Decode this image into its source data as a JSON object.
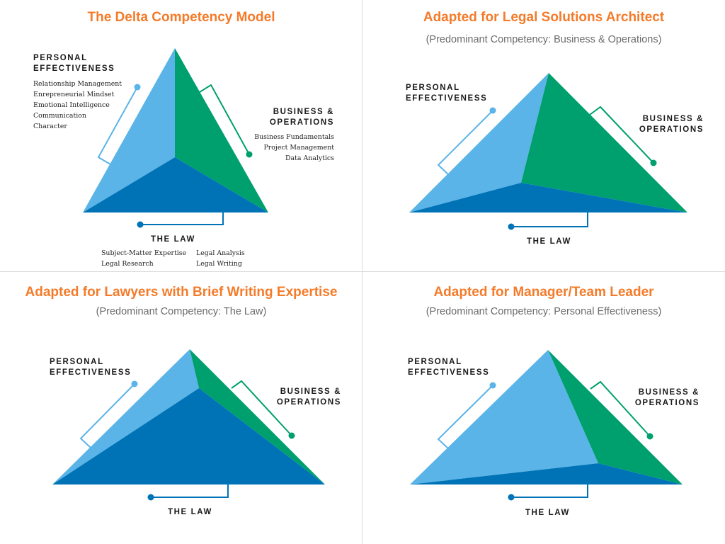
{
  "colors": {
    "personal": "#5ab4e8",
    "business": "#00a06e",
    "law": "#0073b7",
    "title": "#f47b2a",
    "subtitle": "#6b6b6b",
    "text": "#1a1a1a",
    "bracket_left": "#5ab4e8",
    "bracket_right": "#00a06e",
    "bracket_bottom": "#0073b7"
  },
  "panels": [
    {
      "title": "The Delta Competency Model",
      "personal": {
        "line1": "PERSONAL",
        "line2": "EFFECTIVENESS",
        "items": [
          "Relationship Management",
          "Enrepreneurial Mindset",
          "Emotional Intelligence",
          "Communication",
          "Character"
        ]
      },
      "business": {
        "line1": "BUSINESS &",
        "line2": "OPERATIONS",
        "items": [
          "Business Fundamentals",
          "Project Management",
          "Data Analytics"
        ]
      },
      "law": {
        "label": "THE LAW",
        "items_left": [
          "Subject-Matter Expertise",
          "Legal Research"
        ],
        "items_right": [
          "Legal Analysis",
          "Legal Writing"
        ]
      }
    },
    {
      "title": "Adapted for Legal Solutions Architect",
      "subtitle": "(Predominant Competency: Business & Operations)",
      "personal": {
        "line1": "PERSONAL",
        "line2": "EFFECTIVENESS"
      },
      "business": {
        "line1": "BUSINESS &",
        "line2": "OPERATIONS"
      },
      "law": {
        "label": "THE LAW"
      }
    },
    {
      "title": "Adapted for Lawyers with Brief Writing Expertise",
      "subtitle": "(Predominant Competency: The Law)",
      "personal": {
        "line1": "PERSONAL",
        "line2": "EFFECTIVENESS"
      },
      "business": {
        "line1": "BUSINESS &",
        "line2": "OPERATIONS"
      },
      "law": {
        "label": "THE LAW"
      }
    },
    {
      "title": "Adapted for Manager/Team Leader",
      "subtitle": "(Predominant Competency: Personal Effectiveness)",
      "personal": {
        "line1": "PERSONAL",
        "line2": "EFFECTIVENESS"
      },
      "business": {
        "line1": "BUSINESS &",
        "line2": "OPERATIONS"
      },
      "law": {
        "label": "THE LAW"
      }
    }
  ]
}
